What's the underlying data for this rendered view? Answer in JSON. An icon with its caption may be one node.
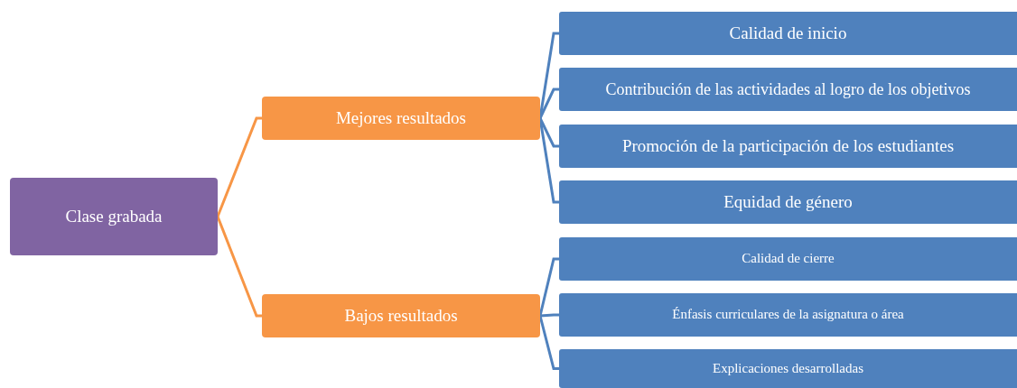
{
  "diagram": {
    "nodes": [
      {
        "text": [
          "Clase grabada"
        ]
      },
      {
        "text": [
          "Mejores resultados"
        ]
      },
      {
        "text": [
          "Bajos resultados"
        ]
      },
      {
        "text": [
          "Calidad de inicio"
        ]
      },
      {
        "text": [
          "Contribución de las actividades al logro de los objetivos"
        ]
      },
      {
        "text": [
          "Promoción de la participación de los estudiantes"
        ]
      },
      {
        "text": [
          "Equidad de género"
        ]
      },
      {
        "text": [
          "Calidad de cierre"
        ]
      },
      {
        "text": [
          "Énfasis curriculares de la asignatura o área"
        ]
      },
      {
        "text": [
          "Explicaciones desarrolladas"
        ]
      }
    ],
    "edges": [
      {
        "from": 0,
        "to": 1,
        "arrow": "none",
        "color": "#f79646"
      },
      {
        "from": 0,
        "to": 2,
        "arrow": "none",
        "color": "#f79646"
      },
      {
        "from": 1,
        "to": 3,
        "arrow": "none"
      },
      {
        "from": 1,
        "to": 4,
        "arrow": "none"
      },
      {
        "from": 1,
        "to": 5,
        "arrow": "none"
      },
      {
        "from": 1,
        "to": 6,
        "arrow": "none"
      },
      {
        "from": 2,
        "to": 7,
        "arrow": "none"
      },
      {
        "from": 2,
        "to": 8,
        "arrow": "none"
      },
      {
        "from": 2,
        "to": 9,
        "arrow": "none"
      }
    ]
  }
}
